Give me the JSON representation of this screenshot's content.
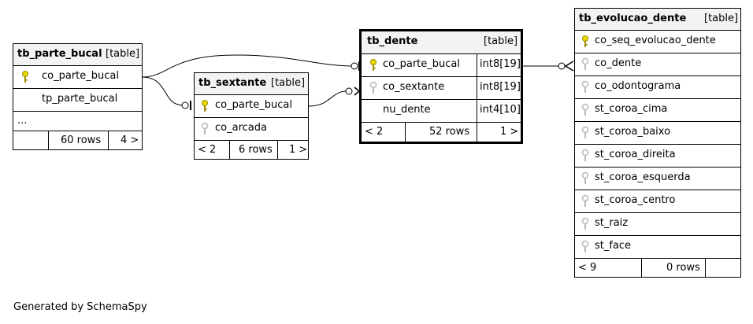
{
  "tables": {
    "parte_bucal": {
      "name": "tb_parte_bucal",
      "tag": "[table]",
      "columns": [
        "co_parte_bucal",
        "tp_parte_bucal",
        "..."
      ],
      "footer": {
        "prev": "",
        "rows": "60 rows",
        "next": "4 >"
      }
    },
    "sextante": {
      "name": "tb_sextante",
      "tag": "[table]",
      "columns": [
        "co_parte_bucal",
        "co_arcada"
      ],
      "footer": {
        "prev": "< 2",
        "rows": "6 rows",
        "next": "1 >"
      }
    },
    "dente": {
      "name": "tb_dente",
      "tag": "[table]",
      "columns": [
        {
          "name": "co_parte_bucal",
          "type": "int8[19]"
        },
        {
          "name": "co_sextante",
          "type": "int8[19]"
        },
        {
          "name": "nu_dente",
          "type": "int4[10]"
        }
      ],
      "footer": {
        "prev": "< 2",
        "rows": "52 rows",
        "next": "1 >"
      }
    },
    "evolucao": {
      "name": "tb_evolucao_dente",
      "tag": "[table]",
      "columns": [
        "co_seq_evolucao_dente",
        "co_dente",
        "co_odontograma",
        "st_coroa_cima",
        "st_coroa_baixo",
        "st_coroa_direita",
        "st_coroa_esquerda",
        "st_coroa_centro",
        "st_raiz",
        "st_face"
      ],
      "footer": {
        "prev": "< 9",
        "rows": "0 rows",
        "next": ""
      }
    }
  },
  "generated_by": "Generated by SchemaSpy",
  "colors": {
    "primary_key": "#e8d800",
    "foreign_key": "#b8b8b8",
    "header_bg": "#f3f3f3"
  }
}
